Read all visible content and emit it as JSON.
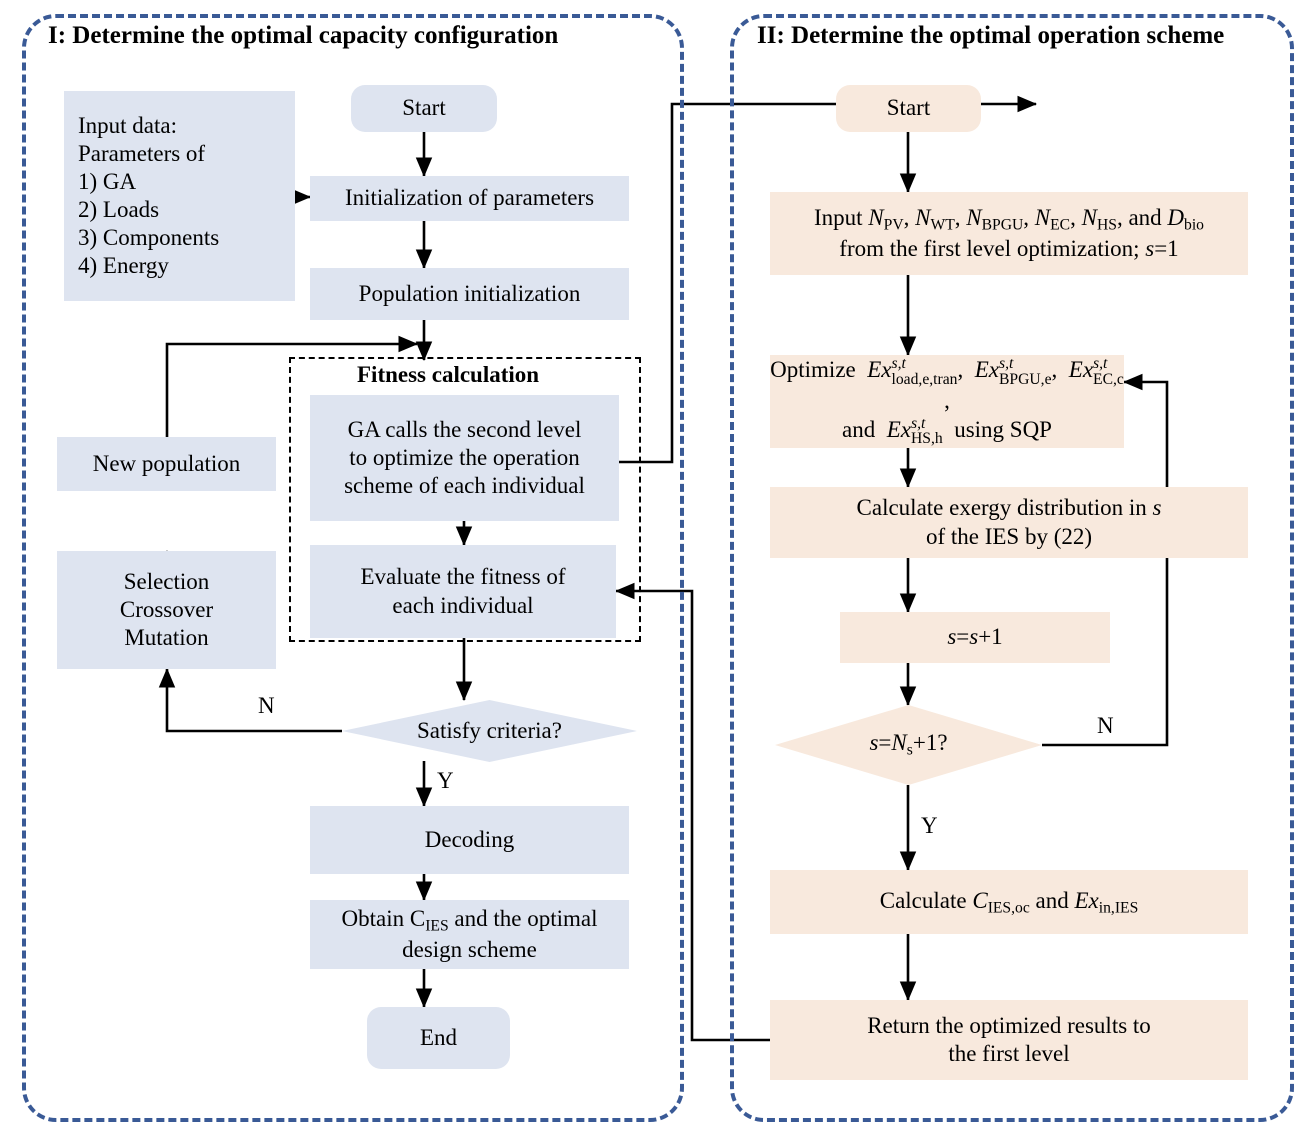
{
  "figure": {
    "type": "flowchart",
    "title": "Bi-level optimization flowchart",
    "colors": {
      "panel_border": "#3a5a96",
      "left_node_fill": "#dee4f0",
      "right_node_fill": "#f8e9dd",
      "arrow": "#000000",
      "inner_group_border": "#000000"
    }
  },
  "panels": [
    {
      "id": "I",
      "title": "I: Determine the optimal capacity configuration"
    },
    {
      "id": "II",
      "title": "II: Determine the optimal operation scheme"
    }
  ],
  "left": {
    "title": "I: Determine the optimal capacity configuration",
    "nodes": {
      "input_data": "Input data:\nParameters of\n1) GA\n2) Loads\n3) Components\n4) Energy",
      "input_data_lines": [
        "Input data:",
        "Parameters of",
        "1) GA",
        "2) Loads",
        "3) Components",
        "4) Energy"
      ],
      "start": "Start",
      "init_params": "Initialization of parameters",
      "population_init": "Population initialization",
      "new_population": "New population",
      "selection_lines": [
        "Selection",
        "Crossover",
        "Mutation"
      ],
      "ga_calls_lines": [
        "GA calls the second level",
        "to optimize the operation",
        "scheme of each individual"
      ],
      "evaluate_lines": [
        "Evaluate the fitness of",
        "each individual"
      ],
      "satisfy": "Satisfy criteria?",
      "decoding": "Decoding",
      "obtain_lines": [
        "Obtain C",
        "IES",
        " and the optimal",
        "design scheme"
      ],
      "end": "End"
    },
    "group_label": "Fitness calculation",
    "edge_labels": {
      "no": "N",
      "yes": "Y"
    }
  },
  "right": {
    "title": "II: Determine the optimal operation scheme",
    "nodes": {
      "start": "Start",
      "input_line1_parts": [
        "Input ",
        "N",
        "PV",
        ", ",
        "N",
        "WT",
        ", ",
        "N",
        "BPGU",
        ", ",
        "N",
        "EC",
        ", ",
        "N",
        "HS",
        ", and ",
        "D",
        "bio"
      ],
      "input_line2": "from the first level optimization; s=1",
      "optimize_label": "Optimize",
      "optimize_vars": [
        {
          "base": "Ex",
          "sup": "s,t",
          "sub": "load,e,tran"
        },
        {
          "base": "Ex",
          "sup": "s,t",
          "sub": "BPGU,e"
        },
        {
          "base": "Ex",
          "sup": "s,t",
          "sub": "EC,c"
        },
        {
          "base": "Ex",
          "sup": "s,t",
          "sub": "HS,h"
        }
      ],
      "optimize_tail": "using SQP",
      "optimize_and": "and",
      "calc_exergy_lines": [
        "Calculate exergy distribution in s",
        "of the IES by (22)"
      ],
      "s_increment": "s=s+1",
      "s_check": "s=Ns+1?",
      "calc_cost": "Calculate CIES,oc and Exin,IES",
      "return_lines": [
        "Return the optimized results to",
        "the first level"
      ]
    },
    "edge_labels": {
      "no": "N",
      "yes": "Y"
    }
  }
}
